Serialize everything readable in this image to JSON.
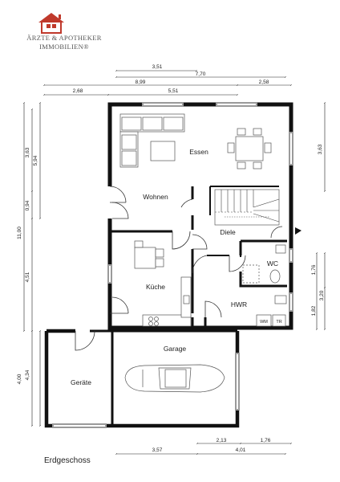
{
  "logo": {
    "line1": "ÄRZTE & APOTHEKER",
    "line2": "IMMOBILIEN®",
    "icon": "house-icon",
    "color": "#c0392b"
  },
  "floor_label": "Erdgeschoss",
  "rooms": {
    "essen": "Essen",
    "wohnen": "Wohnen",
    "diele": "Diele",
    "kueche": "Küche",
    "wc": "WC",
    "hwr": "HWR",
    "garage": "Garage",
    "geraete": "Geräte"
  },
  "fixtures": {
    "wm": "WM",
    "tr": "TR"
  },
  "dimensions": {
    "top": [
      "3,51",
      "7,70",
      "8,99",
      "2,58",
      "2,68",
      "5,51"
    ],
    "left": [
      "3,63",
      "5,94",
      "0,94",
      "11,00",
      "4,51",
      "4,00",
      "4,34"
    ],
    "right": [
      "3,63",
      "1,76",
      "3,20",
      "1,82"
    ],
    "bottom": [
      "2,13",
      "1,76",
      "3,57",
      "4,01"
    ]
  },
  "colors": {
    "wall": "#111111",
    "line": "#555555",
    "window": "#9a9a9a"
  }
}
